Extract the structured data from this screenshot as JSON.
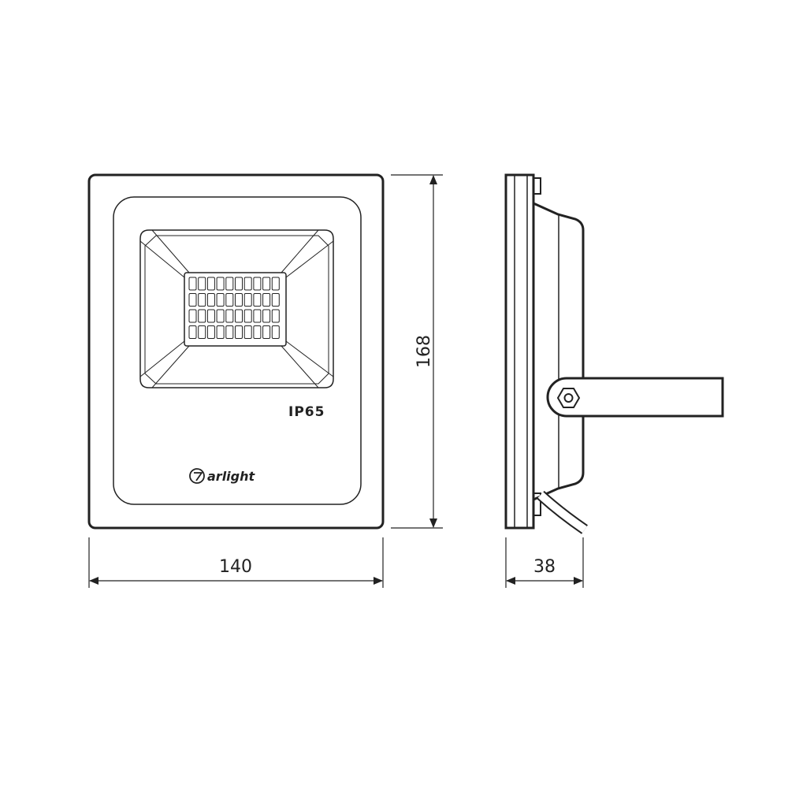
{
  "front_view": {
    "rating_label": "IP65",
    "brand_label": "arlight",
    "led_grid": {
      "rows": 4,
      "cols": 10
    }
  },
  "dimensions": {
    "width": "140",
    "height": "168",
    "depth": "38"
  },
  "colors": {
    "stroke": "#222222",
    "background": "#ffffff"
  }
}
